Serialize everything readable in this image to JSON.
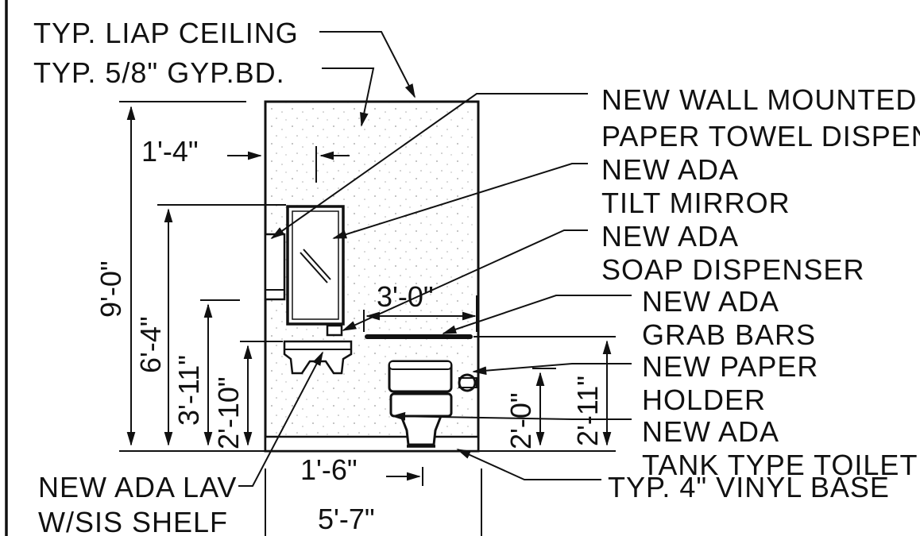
{
  "labels": {
    "ceiling": "TYP. LIAP CEILING",
    "gyp": "TYP. 5/8\" GYP.BD.",
    "towel_1": "NEW WALL MOUNTED",
    "towel_2": "PAPER TOWEL DISPEN",
    "mirror_1": "NEW ADA",
    "mirror_2": "TILT MIRROR",
    "soap_1": "NEW ADA",
    "soap_2": "SOAP DISPENSER",
    "grab_1": "NEW ADA",
    "grab_2": "GRAB BARS",
    "paper_1": "NEW PAPER",
    "paper_2": "HOLDER",
    "toilet_1": "NEW ADA",
    "toilet_2": "TANK TYPE TOILET",
    "vinyl": "TYP. 4\" VINYL BASE",
    "lav_1": "NEW ADA LAV",
    "lav_2": "W/SIS SHELF"
  },
  "dimensions": {
    "total_height": "9'-0\"",
    "mirror_top": "6'-4\"",
    "mirror_bottom": "3'-11\"",
    "lav_height": "2'-10\"",
    "mirror_offset": "1'-4\"",
    "grab_bar_length": "3'-0\"",
    "paper_holder_height": "2'-0\"",
    "grab_bar_height": "2'-11\"",
    "toilet_offset": "1'-6\"",
    "wall_width": "5'-7\""
  }
}
